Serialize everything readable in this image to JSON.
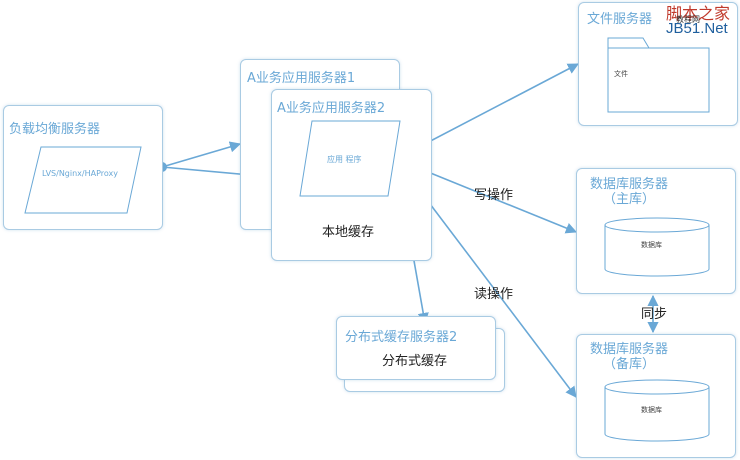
{
  "colors": {
    "box_border": "#a9cbe3",
    "title": "#6aa8d6",
    "arrow": "#6aa8d6",
    "text": "#222222"
  },
  "watermark": {
    "top": "脚本之家",
    "middle": "教程网",
    "bottom": "JB51.Net"
  },
  "nodes": {
    "load_balancer": {
      "title": "负载均衡服务器",
      "inner": "LVS/Nginx/HAProxy"
    },
    "app_server_1": {
      "title": "A业务应用服务器1"
    },
    "app_server_2": {
      "title": "A业务应用服务器2",
      "inner": "应用 程序",
      "cache_label": "本地缓存"
    },
    "file_server": {
      "title": "文件服务器",
      "inner": "文件"
    },
    "db_master": {
      "title_line1": "数据库服务器",
      "title_line2": "（主库）",
      "inner": "数据库"
    },
    "db_backup": {
      "title_line1": "数据库服务器",
      "title_line2": "（备库）",
      "inner": "数据库"
    },
    "dist_cache": {
      "title": "分布式缓存服务器2",
      "inner": "分布式缓存"
    }
  },
  "edges": {
    "write_label": "写操作",
    "read_label": "读操作",
    "sync_label": "同步"
  }
}
